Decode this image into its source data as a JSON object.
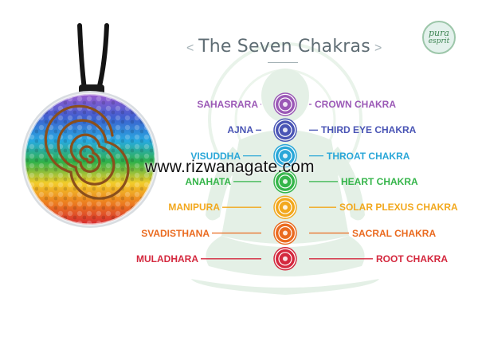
{
  "title": "The Seven Chakras",
  "badge": {
    "line1": "pura",
    "line2": "esprit"
  },
  "watermark": "www.rizwanagate.com",
  "chakras": [
    {
      "sanskrit": "SAHASRARA",
      "english": "CROWN CHAKRA",
      "color": "#9b59b6",
      "icon": "crown-lotus-icon"
    },
    {
      "sanskrit": "AJNA",
      "english": "THIRD EYE CHAKRA",
      "color": "#4a55b5",
      "icon": "third-eye-icon"
    },
    {
      "sanskrit": "VISUDDHA",
      "english": "THROAT CHAKRA",
      "color": "#2aa7d8",
      "icon": "throat-icon"
    },
    {
      "sanskrit": "ANAHATA",
      "english": "HEART CHAKRA",
      "color": "#35b54a",
      "icon": "heart-star-icon"
    },
    {
      "sanskrit": "MANIPURA",
      "english": "SOLAR PLEXUS CHAKRA",
      "color": "#f2a81d",
      "icon": "solar-plexus-icon"
    },
    {
      "sanskrit": "SVADISTHANA",
      "english": "SACRAL CHAKRA",
      "color": "#ea6a1f",
      "icon": "sacral-icon"
    },
    {
      "sanskrit": "MULADHARA",
      "english": "ROOT CHAKRA",
      "color": "#d4283e",
      "icon": "root-square-icon"
    }
  ]
}
